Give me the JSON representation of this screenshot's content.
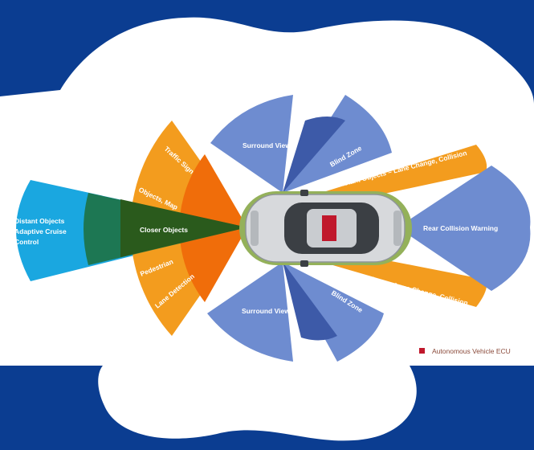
{
  "colors": {
    "background": "#0b3d91",
    "blob": "#ffffff",
    "long_range": "#1aa7e0",
    "mid_range": "#f39c1e",
    "short_range": "#f06d0a",
    "closer": "#2a5a1c",
    "sensor_blue": "#6e8cd0",
    "sensor_blue_dark": "#3d5aa8",
    "ultrasonic": "#94b15a",
    "ecu": "#c0182c"
  },
  "labels": {
    "distant_acc_1": "Distant Objects",
    "distant_acc_2": "Adaptive Cruise",
    "distant_acc_3": "Control",
    "traffic_sign": "Traffic Sign",
    "objects_map": "Objects, Map",
    "closer_objects": "Closer Objects",
    "pedestrian": "Pedestrian",
    "lane_detection": "Lane Detection",
    "surround_view_top": "Surround View",
    "surround_view_bottom": "Surround View",
    "blind_zone_top": "Blind Zone",
    "blind_zone_bottom": "Blind Zone",
    "distant_lane_top": "Distant Objects – Lane Change, Collision",
    "distant_lane_bottom": "Distant Objects – Lane Change, Collision",
    "rear_collision": "Rear Collision Warning"
  },
  "legend": {
    "label": "Autonomous Vehicle ECU"
  }
}
